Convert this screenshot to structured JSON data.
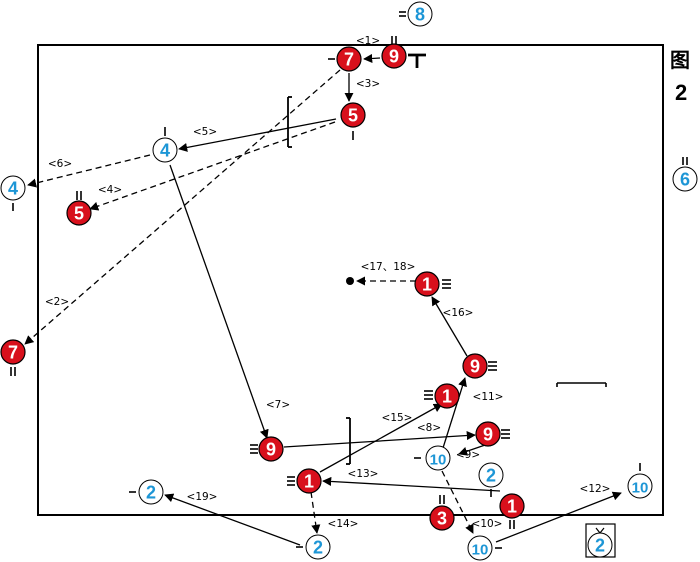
{
  "figure": {
    "char": "图",
    "num": "2"
  },
  "colors": {
    "red": "#d8101c",
    "blue": "#1d96d6",
    "line": "#000000"
  },
  "players": [
    {
      "id": "r9-top",
      "num": "9",
      "team": "red"
    },
    {
      "id": "r7-top",
      "num": "7",
      "team": "red"
    },
    {
      "id": "r5-right",
      "num": "5",
      "team": "red"
    },
    {
      "id": "r5-left",
      "num": "5",
      "team": "red"
    },
    {
      "id": "r7-left",
      "num": "7",
      "team": "red"
    },
    {
      "id": "r1-mid",
      "num": "1",
      "team": "red"
    },
    {
      "id": "r9-right-up",
      "num": "9",
      "team": "red"
    },
    {
      "id": "r1-small",
      "num": "1",
      "team": "red"
    },
    {
      "id": "r9-right-low",
      "num": "9",
      "team": "red"
    },
    {
      "id": "r9-left-low",
      "num": "9",
      "team": "red"
    },
    {
      "id": "r1-low",
      "num": "1",
      "team": "red"
    },
    {
      "id": "r1-br",
      "num": "1",
      "team": "red"
    },
    {
      "id": "r3-bot",
      "num": "3",
      "team": "red"
    },
    {
      "id": "b8-top",
      "num": "8",
      "team": "blue"
    },
    {
      "id": "b4-mid",
      "num": "4",
      "team": "blue"
    },
    {
      "id": "b4-left",
      "num": "4",
      "team": "blue"
    },
    {
      "id": "b6-right",
      "num": "6",
      "team": "blue"
    },
    {
      "id": "b10-mid",
      "num": "10",
      "team": "blue"
    },
    {
      "id": "b2-mid",
      "num": "2",
      "team": "blue"
    },
    {
      "id": "b2-left",
      "num": "2",
      "team": "blue"
    },
    {
      "id": "b2-bot",
      "num": "2",
      "team": "blue"
    },
    {
      "id": "b10-bot",
      "num": "10",
      "team": "blue"
    },
    {
      "id": "b10-right",
      "num": "10",
      "team": "blue"
    },
    {
      "id": "b2-box",
      "num": "2",
      "team": "blue"
    }
  ],
  "labels": [
    {
      "id": "l1",
      "text": "<1>"
    },
    {
      "id": "l3",
      "text": "<3>"
    },
    {
      "id": "l5",
      "text": "<5>"
    },
    {
      "id": "l6",
      "text": "<6>"
    },
    {
      "id": "l4",
      "text": "<4>"
    },
    {
      "id": "l2",
      "text": "<2>"
    },
    {
      "id": "l17",
      "text": "<17、18>"
    },
    {
      "id": "l16",
      "text": "<16>"
    },
    {
      "id": "l7",
      "text": "<7>"
    },
    {
      "id": "l15",
      "text": "<15>"
    },
    {
      "id": "l11",
      "text": "<11>"
    },
    {
      "id": "l8",
      "text": "<8>"
    },
    {
      "id": "l9",
      "text": "<9>"
    },
    {
      "id": "l13",
      "text": "<13>"
    },
    {
      "id": "l19",
      "text": "<19>"
    },
    {
      "id": "l14",
      "text": "<14>"
    },
    {
      "id": "l10",
      "text": "<10>"
    },
    {
      "id": "l12",
      "text": "<12>"
    }
  ]
}
